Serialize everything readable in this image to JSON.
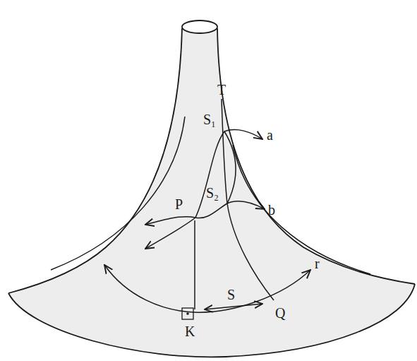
{
  "diagram": {
    "labels": [
      "T",
      "S₁",
      "a",
      "P",
      "S₂",
      "b",
      "r",
      "S",
      "K",
      "Q"
    ]
  }
}
